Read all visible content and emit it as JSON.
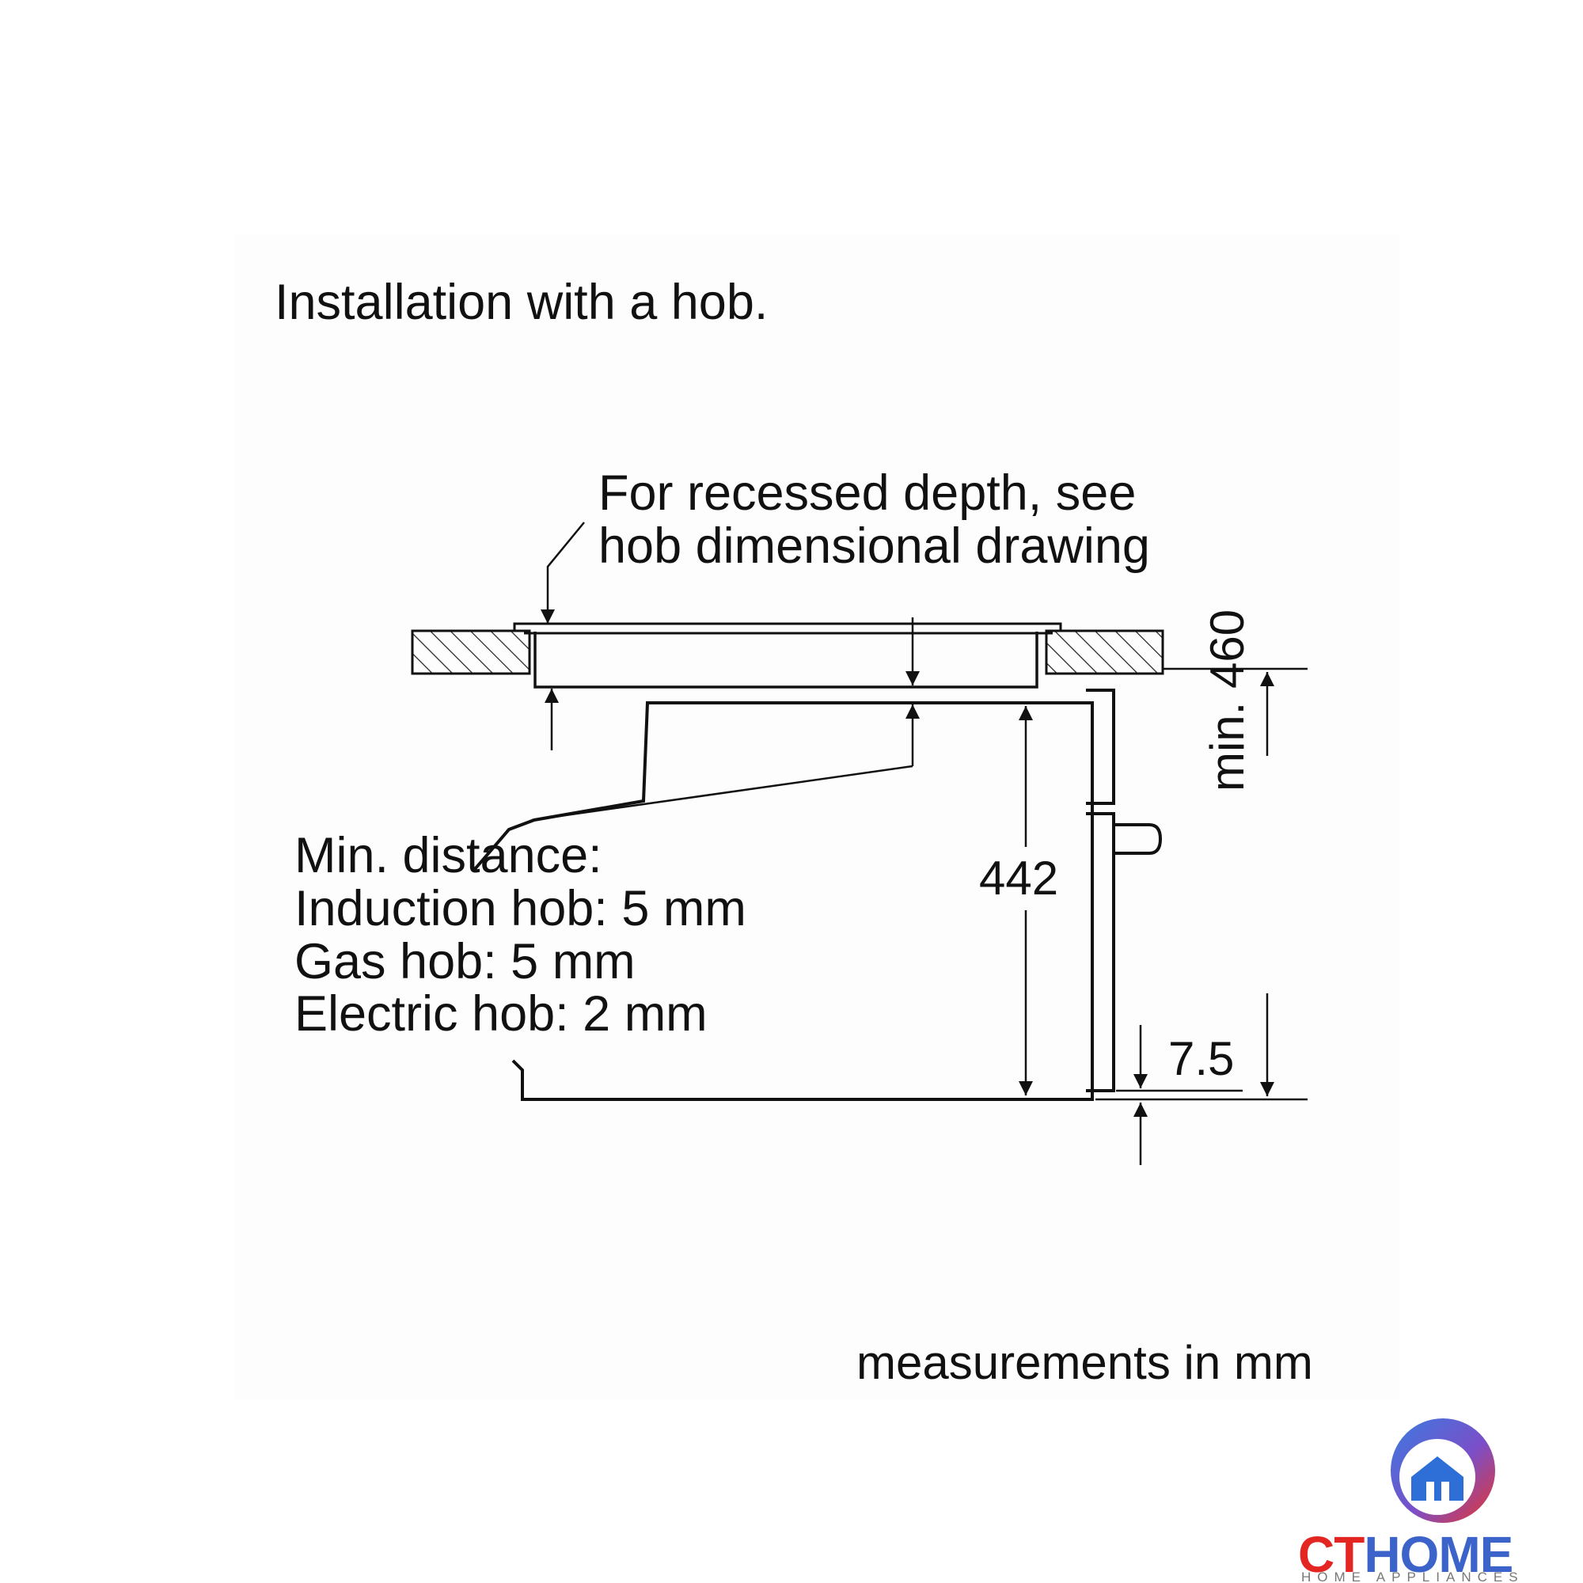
{
  "title": "Installation with a hob.",
  "recess_note": {
    "line1": "For recessed depth, see",
    "line2": "hob dimensional drawing"
  },
  "min_distance": {
    "heading": "Min. distance:",
    "induction": "Induction hob: 5 mm",
    "gas": "Gas hob: 5 mm",
    "electric": "Electric hob: 2 mm"
  },
  "dimensions": {
    "height_442": "442",
    "gap_7_5": "7.5",
    "min_460": "min. 460"
  },
  "footer": "measurements in mm",
  "logo": {
    "brand_ct": "CT",
    "brand_home": "HOME",
    "tagline": "HOME APPLIANCES",
    "colors": {
      "red": "#e32622",
      "blue": "#3c63c9"
    }
  }
}
